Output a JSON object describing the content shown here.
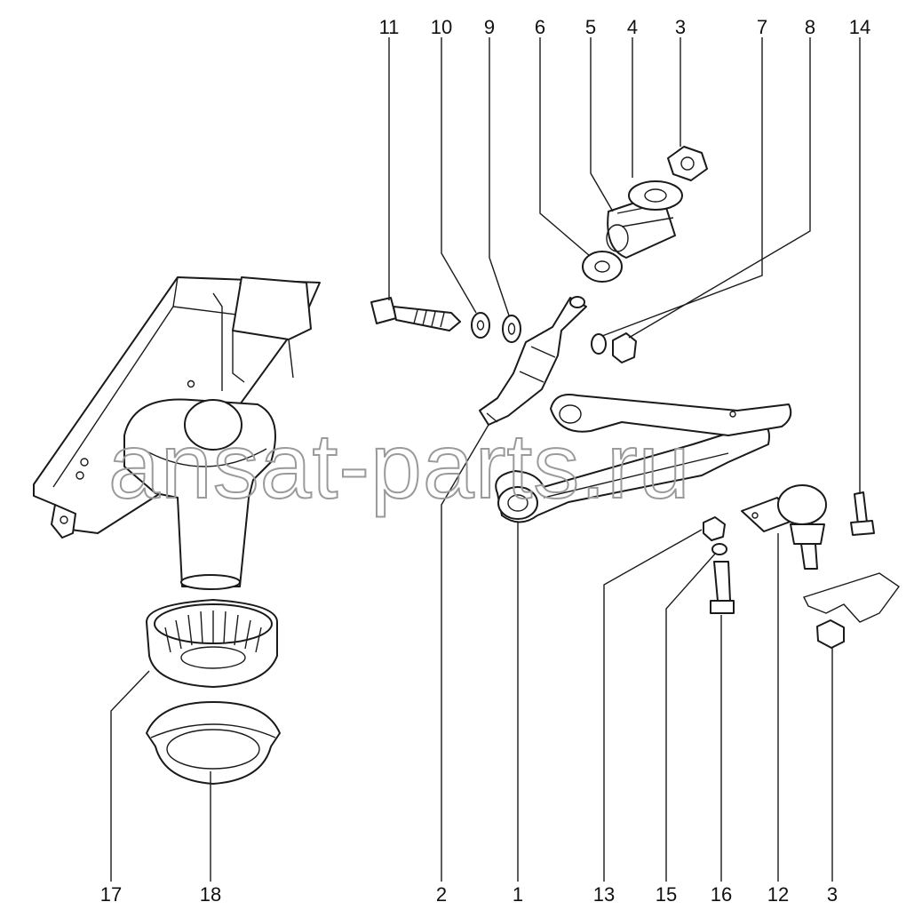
{
  "watermark": "ansat-parts.ru",
  "callouts": {
    "c1": "1",
    "c2": "2",
    "c3_top": "3",
    "c3_bottom": "3",
    "c4": "4",
    "c5": "5",
    "c6": "6",
    "c7": "7",
    "c8": "8",
    "c9": "9",
    "c10": "10",
    "c11": "11",
    "c12": "12",
    "c13": "13",
    "c14": "14",
    "c15": "15",
    "c16": "16",
    "c17": "17",
    "c18": "18"
  }
}
